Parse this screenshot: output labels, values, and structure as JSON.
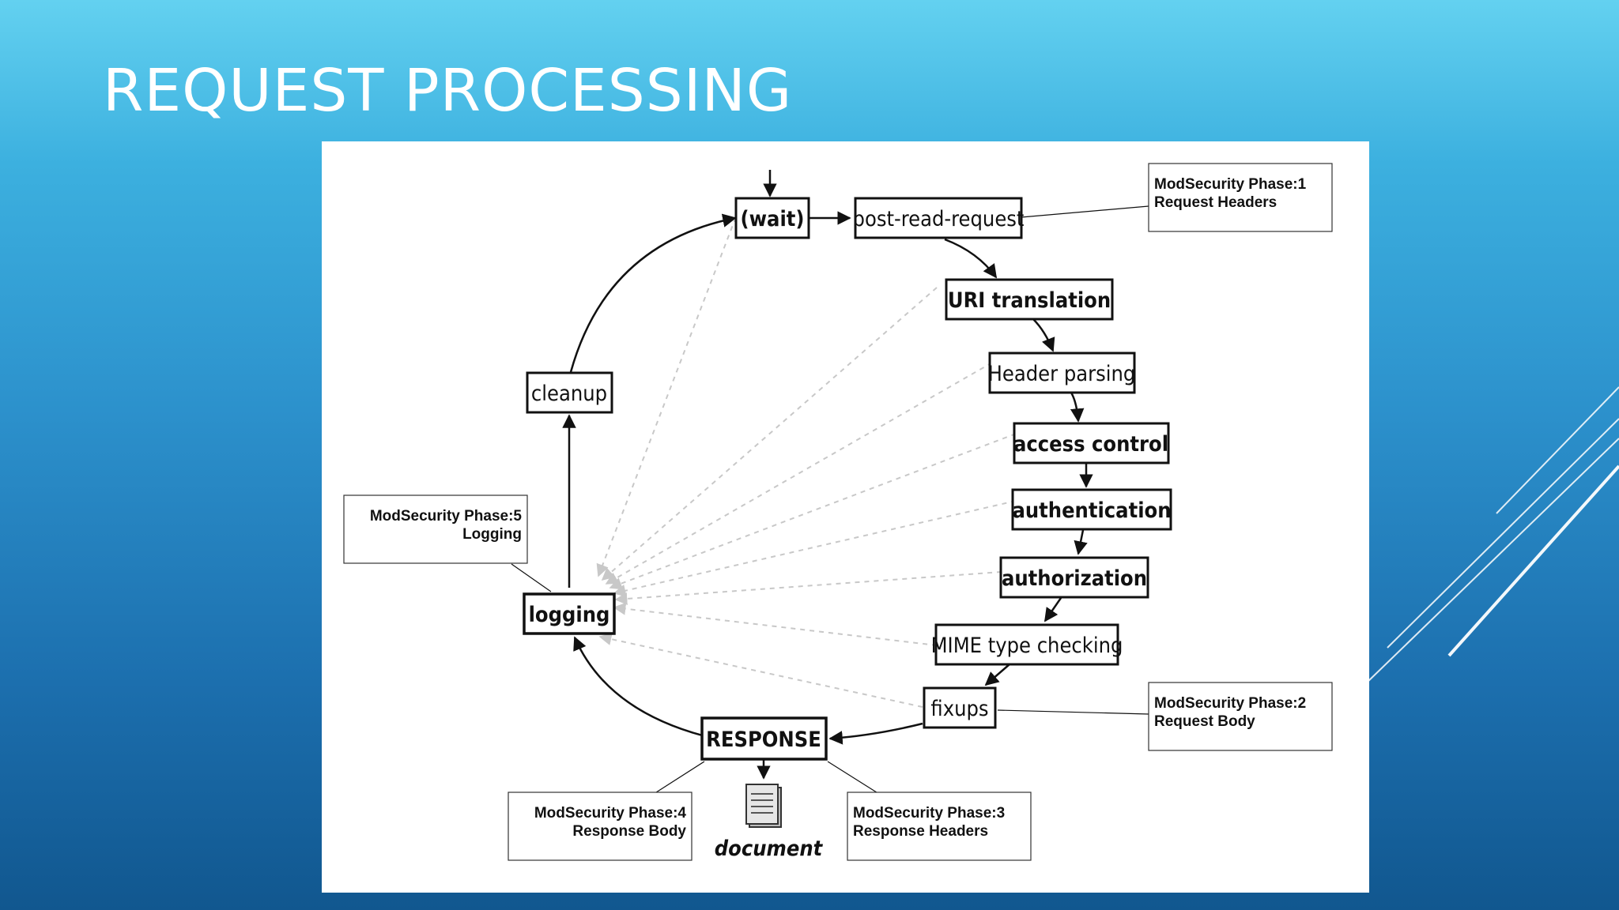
{
  "slide": {
    "title": "REQUEST PROCESSING"
  },
  "diagram": {
    "stages": {
      "wait": "(wait)",
      "post_read_request": "post-read-request",
      "uri_translation": "URI translation",
      "header_parsing": "Header parsing",
      "access_control": "access control",
      "authentication": "authentication",
      "authorization": "authorization",
      "mime_type_checking": "MIME type checking",
      "fixups": "fixups",
      "response": "RESPONSE",
      "logging": "logging",
      "cleanup": "cleanup",
      "document": "document"
    },
    "notes": {
      "phase1": {
        "line1": "ModSecurity Phase:1",
        "line2": "Request Headers"
      },
      "phase2": {
        "line1": "ModSecurity Phase:2",
        "line2": "Request Body"
      },
      "phase3": {
        "line1": "ModSecurity Phase:3",
        "line2": "Response Headers"
      },
      "phase4": {
        "line1": "ModSecurity Phase:4",
        "line2": "Response Body"
      },
      "phase5": {
        "line1": "ModSecurity Phase:5",
        "line2": "Logging"
      }
    }
  },
  "colors": {
    "background_top": "#63d1f0",
    "background_bottom": "#11578f",
    "diagram_background": "#ffffff",
    "box_stroke": "#111111",
    "dashed_arrows": "#c8c8c8"
  }
}
